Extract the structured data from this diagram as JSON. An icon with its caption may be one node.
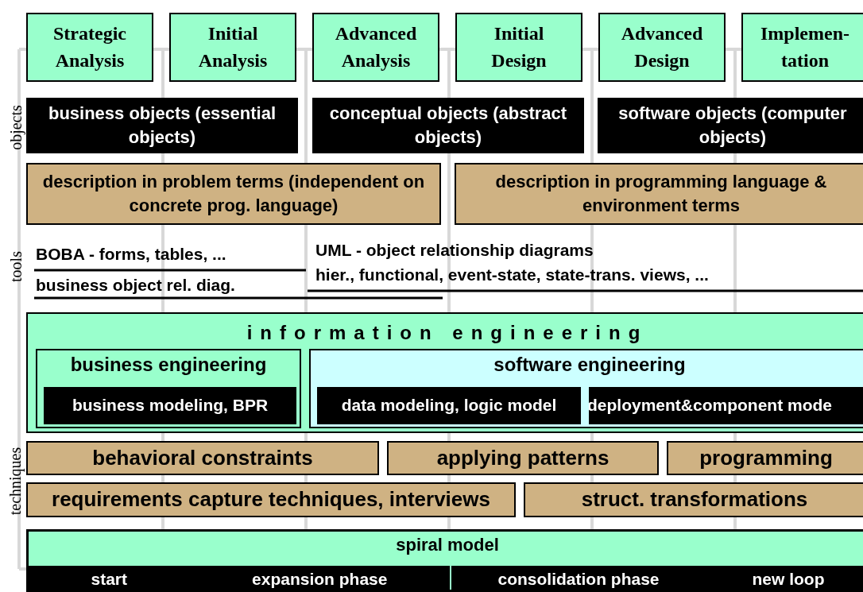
{
  "diagram": {
    "nodes": [
      {
        "text": [
          "Strategic Analysis"
        ]
      },
      {
        "text": [
          "Initial Analysis"
        ]
      },
      {
        "text": [
          "Advanced Analysis"
        ]
      },
      {
        "text": [
          "Initial Design"
        ]
      },
      {
        "text": [
          "Advanced Design"
        ]
      },
      {
        "text": [
          "Implemen- tation"
        ]
      },
      {
        "text": [
          "business objects (essential objects)"
        ]
      },
      {
        "text": [
          "conceptual objects (abstract objects)"
        ]
      },
      {
        "text": [
          "software objects (computer objects)"
        ]
      },
      {
        "text": [
          "description in problem terms (independent on concrete prog. language)"
        ]
      },
      {
        "text": [
          "description in programming language & environment terms"
        ]
      },
      {
        "text": [
          "information engineering"
        ]
      },
      {
        "text": [
          "business engineering"
        ],
        "in": 11
      },
      {
        "text": [
          "business modeling, BPR"
        ],
        "in": 12
      },
      {
        "text": [
          "software engineering"
        ],
        "in": 11
      },
      {
        "text": [
          "data modeling, logic model"
        ],
        "in": 14
      },
      {
        "text": [
          "deployment&component mode"
        ],
        "in": 14
      },
      {
        "text": [
          "behavioral constraints"
        ]
      },
      {
        "text": [
          "applying patterns"
        ]
      },
      {
        "text": [
          "programming"
        ]
      },
      {
        "text": [
          "requirements capture techniques, interviews"
        ]
      },
      {
        "text": [
          "struct. transformations"
        ]
      },
      {
        "text": [
          "spiral model"
        ]
      },
      {
        "text": [
          "start",
          "expansion phase"
        ],
        "in": 22
      },
      {
        "text": [
          "consolidation phase",
          "new loop"
        ],
        "in": 22
      }
    ],
    "edges": [],
    "labels": [
      "objects",
      "tools",
      "BOBA - forms, tables, ...",
      "UML - object relationship diagrams",
      "business object rel. diag.",
      "hier., functional, event-state, state-trans. views, ...",
      "techniques"
    ]
  }
}
